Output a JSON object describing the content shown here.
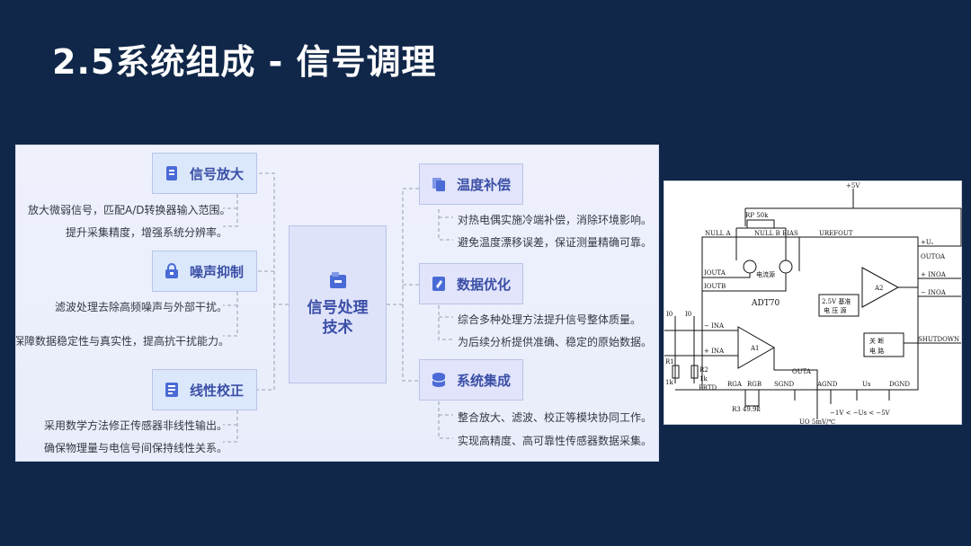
{
  "slide": {
    "title": "2.5系统组成 - 信号调理"
  },
  "mindmap": {
    "center": {
      "label": "信号处理技术",
      "icon": "folder-icon"
    },
    "left_branches": [
      {
        "label": "信号放大",
        "icon": "document-icon",
        "leaves": [
          "放大微弱信号，匹配A/D转换器输入范围。",
          "提升采集精度，增强系统分辨率。"
        ]
      },
      {
        "label": "噪声抑制",
        "icon": "lock-icon",
        "leaves": [
          "滤波处理去除高频噪声与外部干扰。",
          "保障数据稳定性与真实性，提高抗干扰能力。"
        ]
      },
      {
        "label": "线性校正",
        "icon": "checklist-icon",
        "leaves": [
          "采用数学方法修正传感器非线性输出。",
          "确保物理量与电信号间保持线性关系。"
        ]
      }
    ],
    "right_branches": [
      {
        "label": "温度补偿",
        "icon": "layers-icon",
        "leaves": [
          "对热电偶实施冷端补偿，消除环境影响。",
          "避免温度漂移误差，保证测量精确可靠。"
        ]
      },
      {
        "label": "数据优化",
        "icon": "edit-doc-icon",
        "leaves": [
          "综合多种处理方法提升信号整体质量。",
          "为后续分析提供准确、稳定的原始数据。"
        ]
      },
      {
        "label": "系统集成",
        "icon": "database-icon",
        "leaves": [
          "整合放大、滤波、校正等模块协同工作。",
          "实现高精度、高可靠性传感器数据采集。"
        ]
      }
    ],
    "colors": {
      "node_text": "#3b4fa6",
      "leaf_text": "#333842",
      "panel_bg": "#eef1fc"
    }
  },
  "circuit": {
    "labels": {
      "vplus": "+5V",
      "rp": "RP 50k",
      "null_a": "NULL A",
      "null_b": "NULL B",
      "bias": "BIAS",
      "uref": "UREFOUT",
      "iu": "+Uₛ",
      "outoa": "OUTOA",
      "in_oa_p": "+ INOA",
      "in_oa_n": "− INOA",
      "iouta": "IOUTA",
      "ioutb": "IOUTB",
      "current_source": "电流源",
      "chip": "ADT70",
      "ref_box_1": "2.5V 基准",
      "ref_box_2": "电 压 源",
      "a2": "A2",
      "a1": "A1",
      "in_a_n": "− INA",
      "in_a_p": "+ INA",
      "i0a": "I0",
      "i0b": "I0",
      "shut_box_1": "关 断",
      "shut_box_2": "电 路",
      "shutdown": "SHUTDOWN",
      "r1": "R1",
      "r1v": "1k",
      "r2": "R2",
      "r2v": "1k",
      "prtd": "PRTD",
      "outa": "OUTA",
      "rga": "RGA",
      "rgb": "RGB",
      "sgnd": "SGND",
      "agnd": "AGND",
      "us": "Us",
      "dgnd": "DGND",
      "r3": "R3 49.9k",
      "uo": "UO  5mV/℃",
      "range": "−1V < −Us < −5V"
    }
  }
}
